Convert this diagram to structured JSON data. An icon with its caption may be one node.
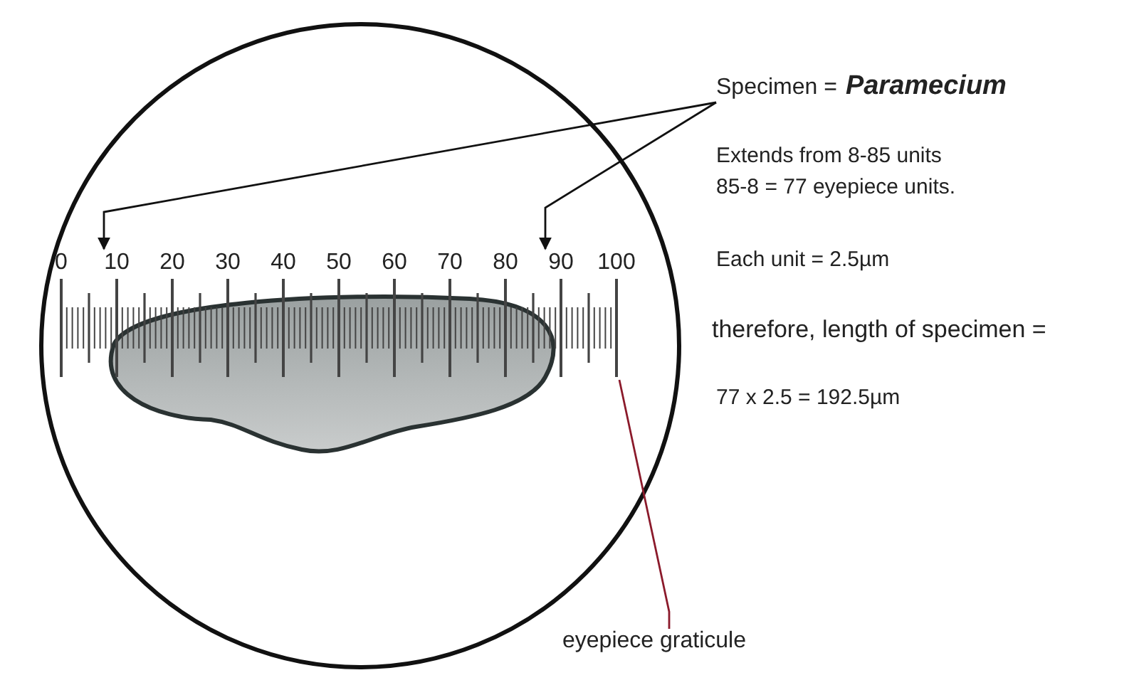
{
  "diagram": {
    "nodes": [
      {
        "text": [
          "Specimen =",
          "Paramecium"
        ]
      },
      {
        "text": [
          "eyepiece graticule"
        ]
      },
      {
        "text": [
          "0",
          "10",
          "20",
          "30",
          "40",
          "50",
          "60",
          "70",
          "80",
          "90",
          "100"
        ]
      }
    ],
    "edges": [
      {
        "from": 0,
        "to": 2,
        "arrow": "to"
      },
      {
        "from": 0,
        "to": 2,
        "arrow": "to"
      },
      {
        "from": 1,
        "to": 2,
        "arrow": "none",
        "color": "#8b1a2b"
      }
    ],
    "labels": [
      "Extends from 8-85 units",
      "85-8 = 77 eyepiece units.",
      "Each unit = 2.5µm",
      "therefore, length of specimen =",
      "77 x 2.5 = 192.5µm"
    ]
  }
}
